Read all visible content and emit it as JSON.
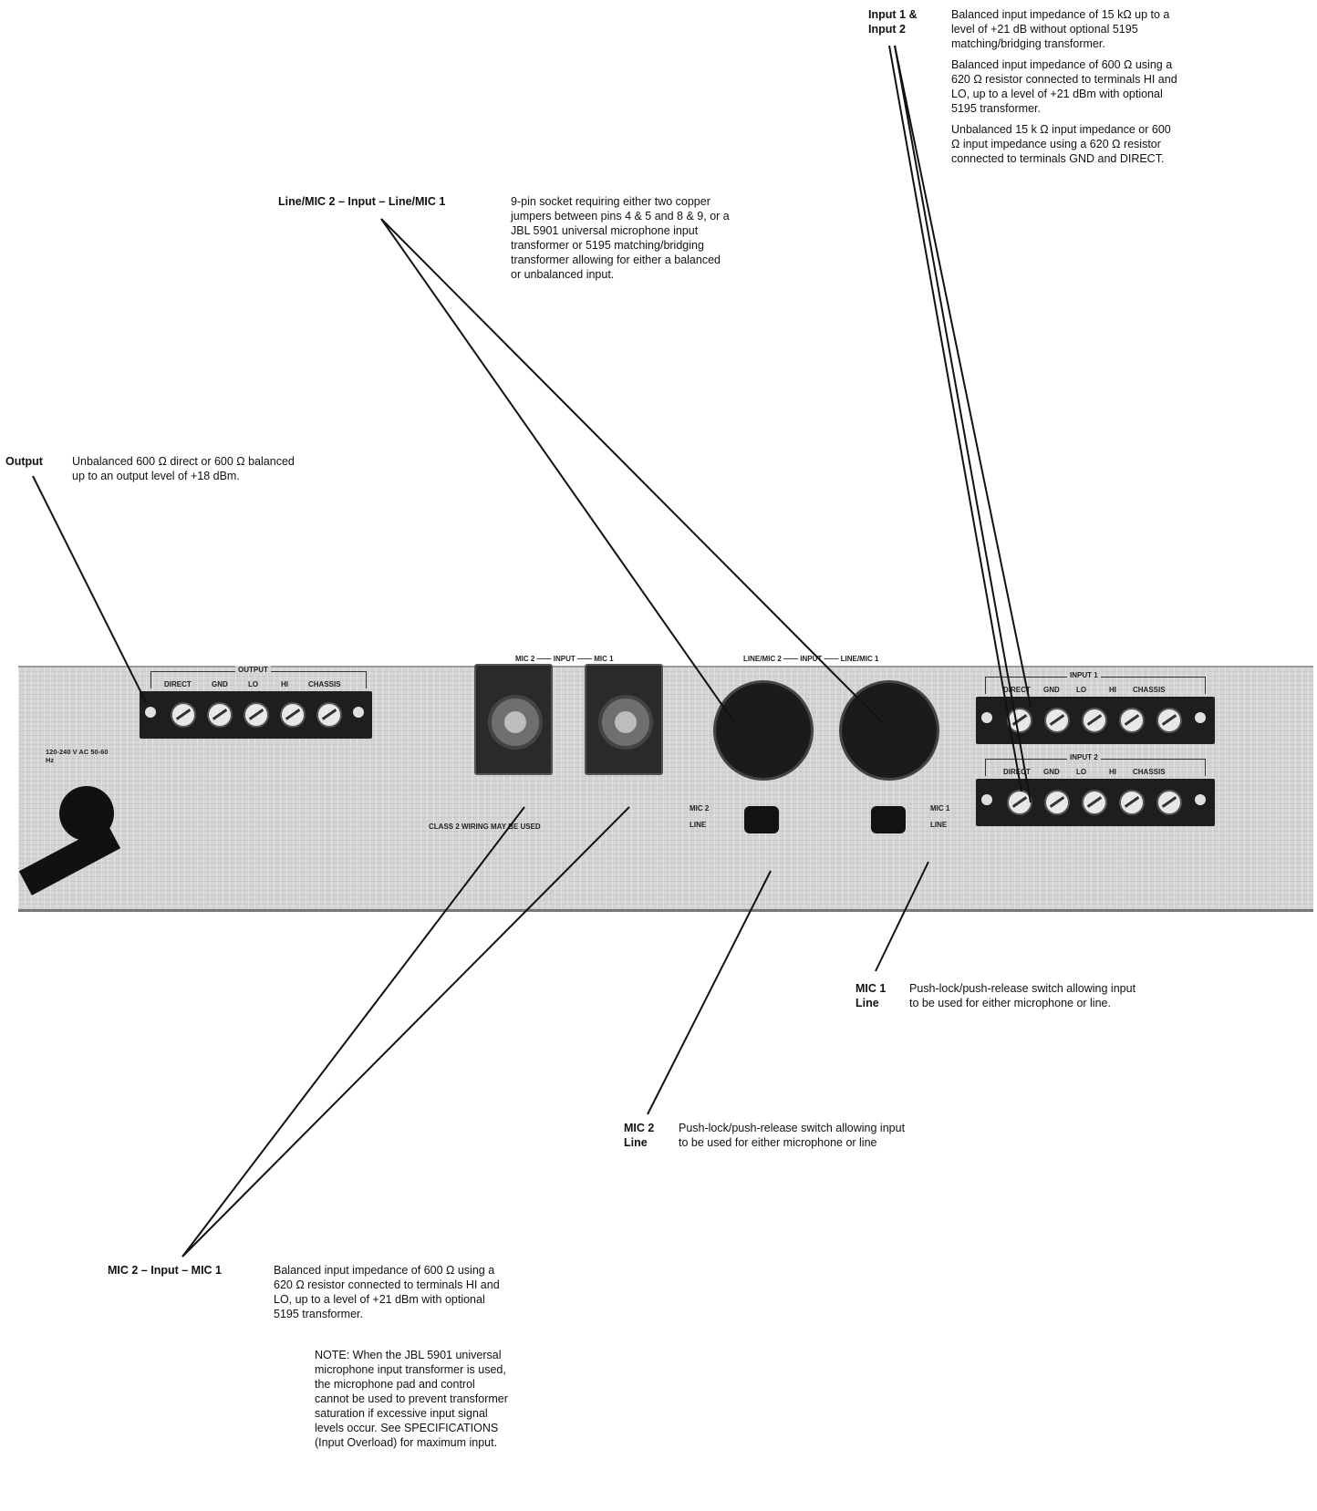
{
  "callouts": {
    "input12": {
      "label_line1": "Input 1 &",
      "label_line2": "Input 2",
      "para1": "Balanced input impedance of 15 kΩ up to a level of +21 dB without optional 5195 matching/bridging transformer.",
      "para2": "Balanced input impedance of 600 Ω using a 620 Ω resistor connected to terminals HI and LO, up to a level of +21 dBm with optional 5195 transformer.",
      "para3": "Unbalanced 15 k Ω input impedance or 600 Ω input impedance using a 620 Ω resistor connected to terminals GND and DIRECT."
    },
    "line_mic": {
      "label": "Line/MIC 2 – Input – Line/MIC 1",
      "text": "9-pin socket requiring either two copper jumpers between pins 4 & 5 and 8 & 9, or a JBL 5901 universal microphone input transformer or 5195 matching/bridging transformer allowing for either a balanced or unbalanced input."
    },
    "output": {
      "label": "Output",
      "text": "Unbalanced 600 Ω direct or 600 Ω balanced up to an output level of +18 dBm."
    },
    "mic1_switch": {
      "label_line1": "MIC 1",
      "label_line2": "Line",
      "text": "Push-lock/push-release switch allowing input to be used for either microphone or line."
    },
    "mic2_switch": {
      "label_line1": "MIC 2",
      "label_line2": "Line",
      "text": "Push-lock/push-release switch allowing input to be used for either microphone or line"
    },
    "mic_input": {
      "label": "MIC 2 – Input – MIC 1",
      "text": "Balanced input impedance of 600 Ω using a 620 Ω resistor connected to terminals HI and LO, up to a level of +21 dBm with optional 5195 transformer.",
      "note": "NOTE: When the JBL 5901 universal microphone input transformer is used, the microphone pad and control cannot be used to prevent transformer saturation if excessive input signal levels occur. See SPECIFICATIONS (Input Overload) for maximum input."
    }
  },
  "panel": {
    "output_title": "OUTPUT",
    "terminals": [
      "DIRECT",
      "GND",
      "LO",
      "HI",
      "CHASSIS"
    ],
    "power": "120-240 V AC 50-60 Hz",
    "mic_input_header": "MIC 2 —— INPUT —— MIC 1",
    "line_input_header": "LINE/MIC 2 —— INPUT —— LINE/MIC 1",
    "input1_title": "INPUT 1",
    "input2_title": "INPUT 2",
    "wiring_note": "CLASS 2 WIRING MAY BE USED",
    "mic2_sw": "MIC 2",
    "line_sw_left": "LINE",
    "mic1_sw": "MIC 1",
    "line_sw_right": "LINE"
  }
}
